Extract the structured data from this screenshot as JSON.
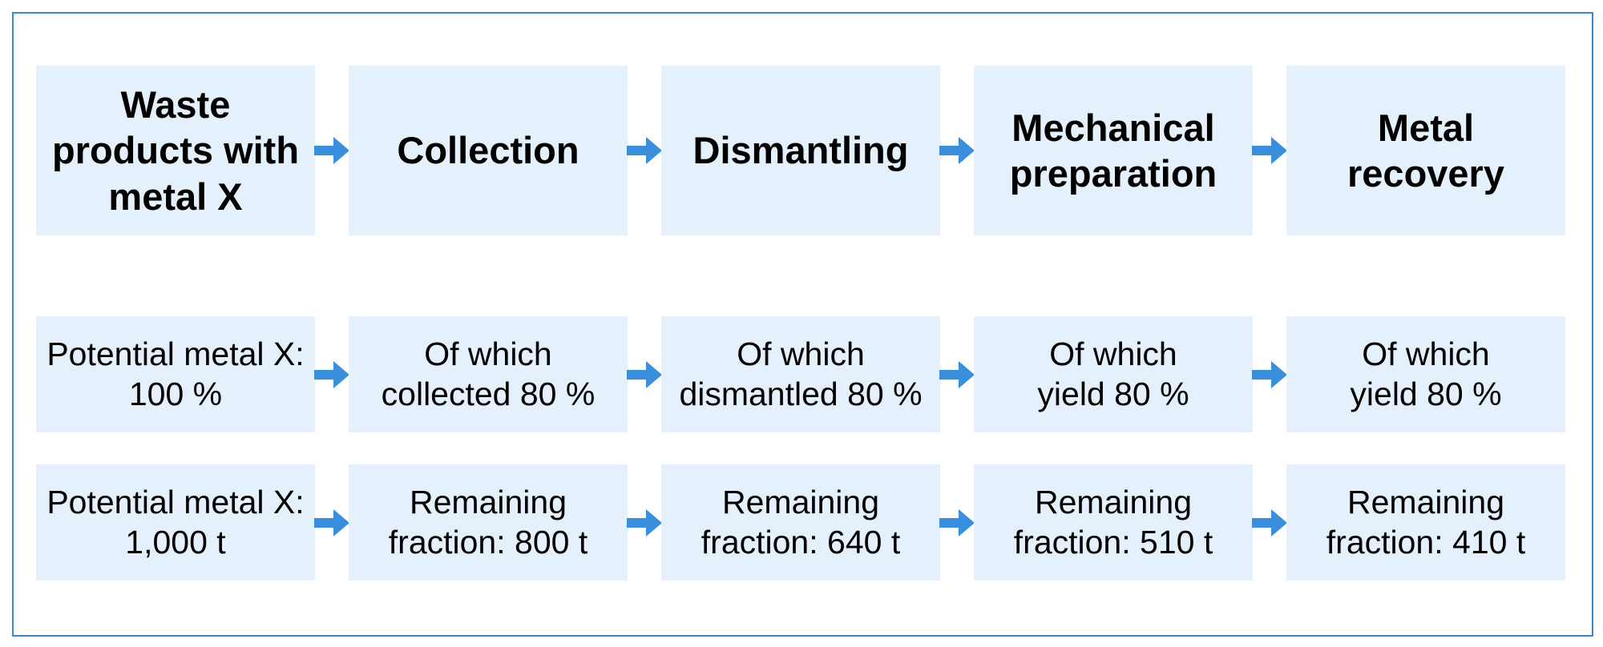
{
  "diagram": {
    "steps": [
      "Waste\nproducts with\nmetal X",
      "Collection",
      "Dismantling",
      "Mechanical\npreparation",
      "Metal\nrecovery"
    ],
    "percentages": [
      "Potential metal X:\n100 %",
      "Of which\ncollected 80 %",
      "Of which\ndismantled 80 %",
      "Of which\nyield 80 %",
      "Of which\nyield 80 %"
    ],
    "tonnages": [
      "Potential metal X:\n1,000 t",
      "Remaining\nfraction: 800 t",
      "Remaining\nfraction: 640 t",
      "Remaining\nfraction: 510 t",
      "Remaining\nfraction: 410 t"
    ],
    "colors": {
      "box_fill": "#e4f0fb",
      "arrow": "#3a8fdc",
      "border": "#3a86c8"
    }
  }
}
